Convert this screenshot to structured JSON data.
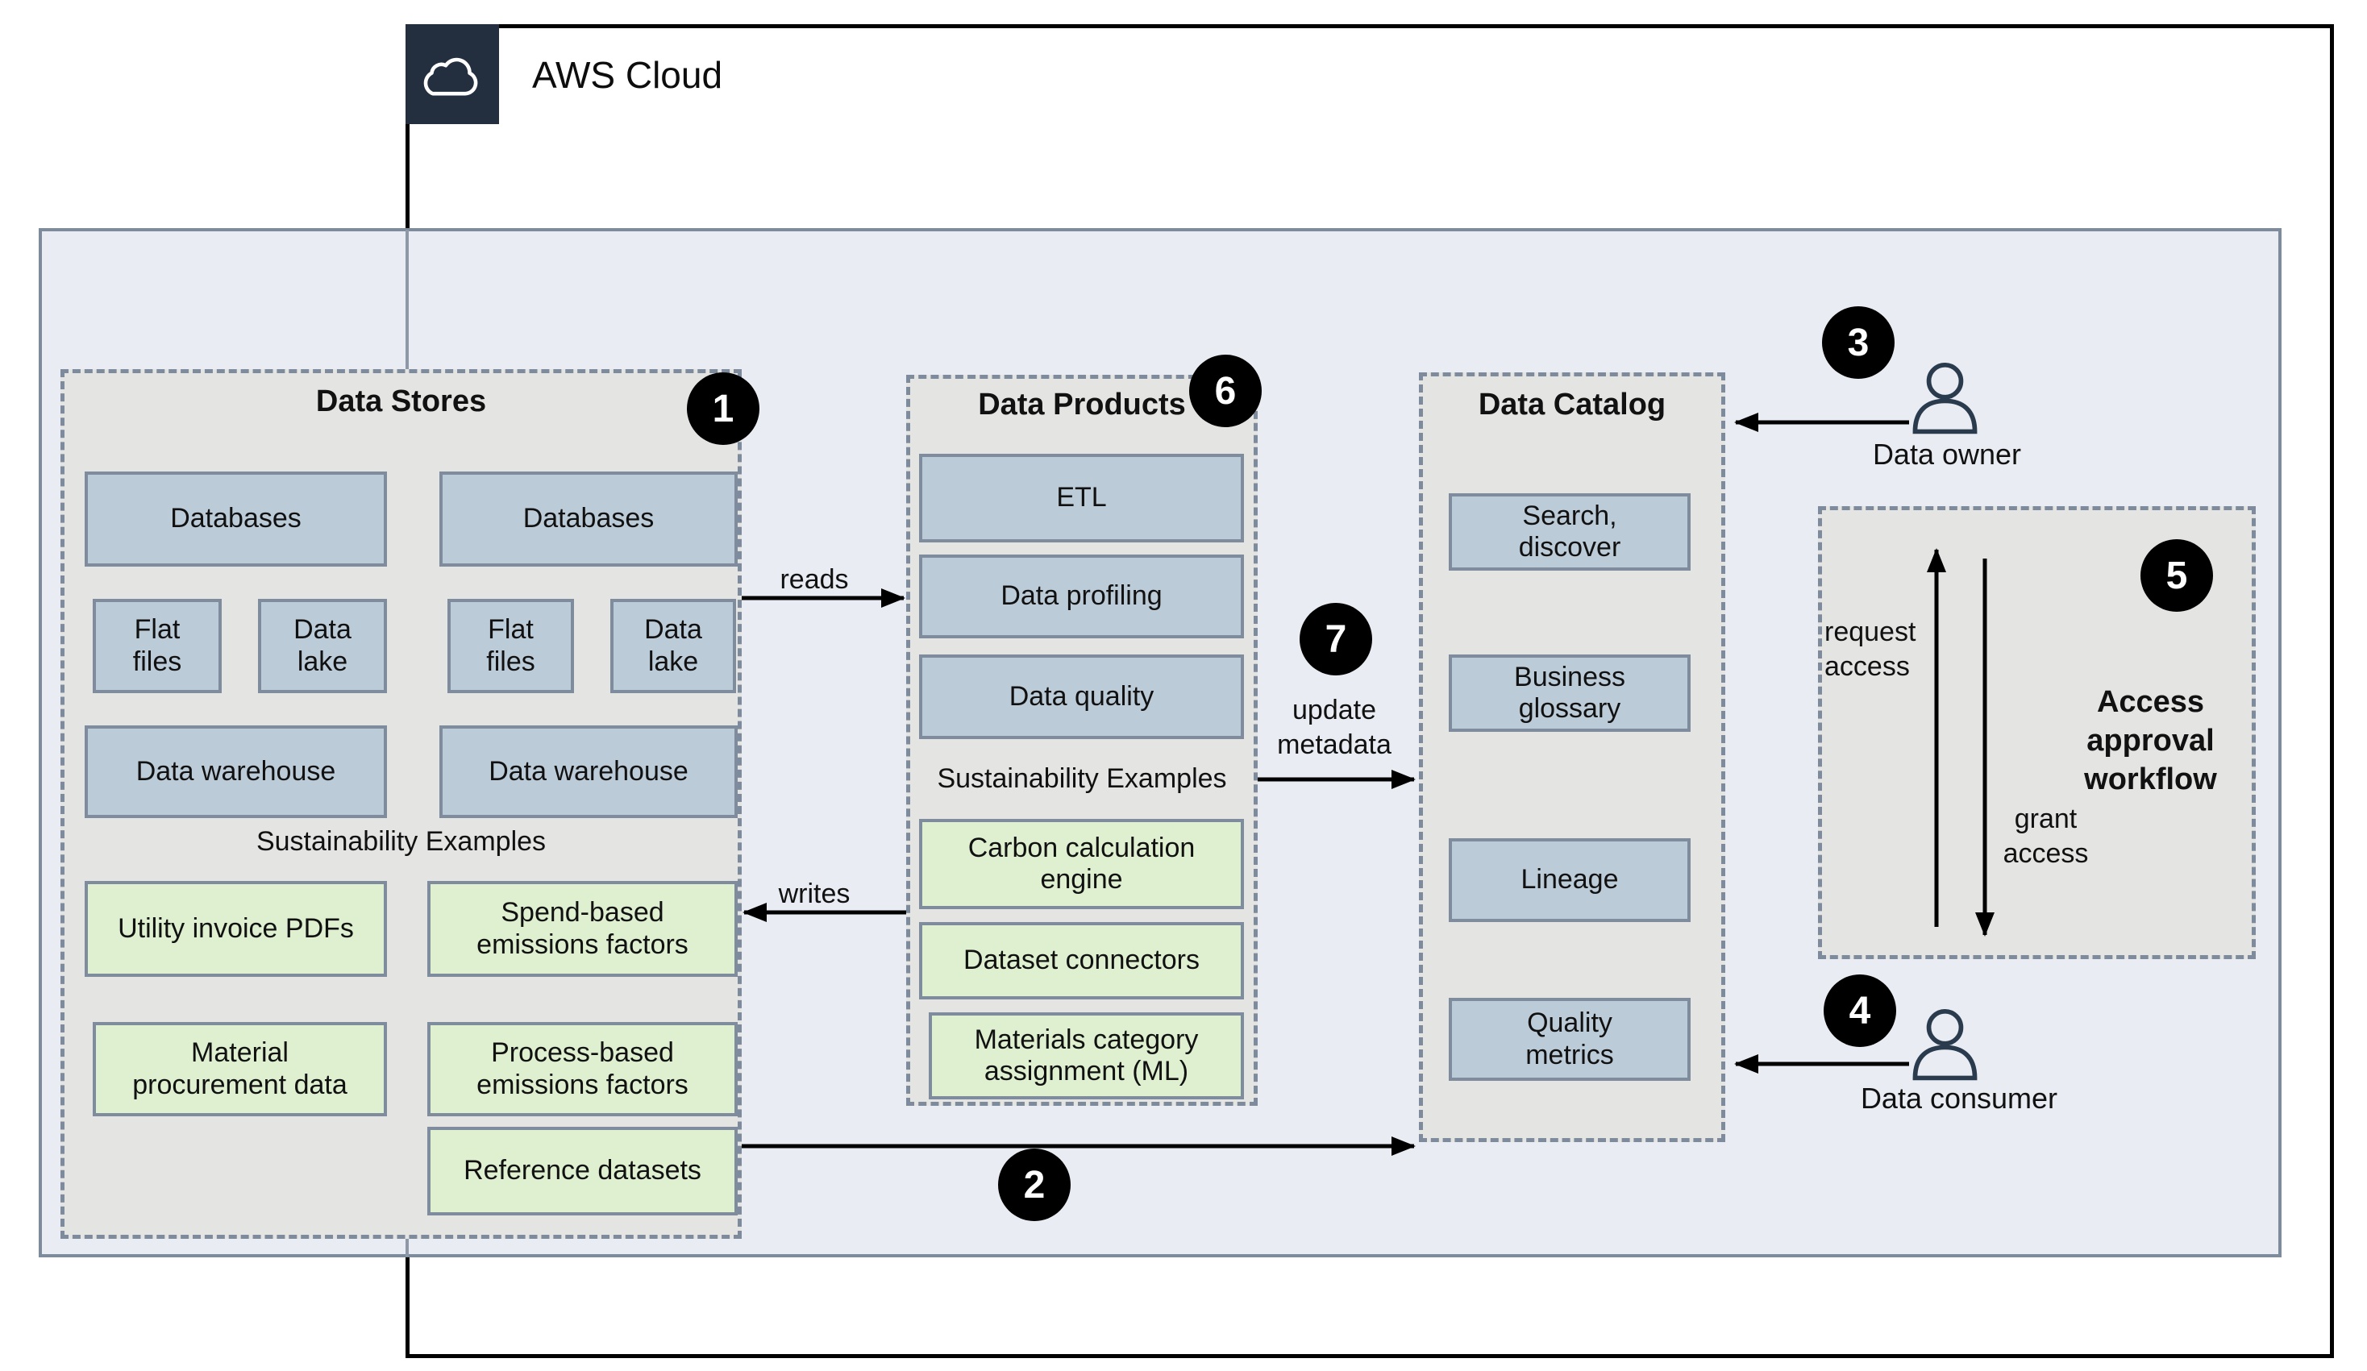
{
  "header": {
    "title": "AWS Cloud",
    "logo_icon": "aws-cloud-icon"
  },
  "data_stores": {
    "title": "Data Stores",
    "badge": "1",
    "blue_items": [
      "Databases",
      "Databases",
      "Flat files",
      "Data lake",
      "Flat files",
      "Data lake",
      "Data warehouse",
      "Data warehouse"
    ],
    "section_label": "Sustainability Examples",
    "green_items": [
      "Utility invoice PDFs",
      "Spend-based emissions factors",
      "Material procurement data",
      "Process-based emissions factors",
      "Reference datasets"
    ]
  },
  "data_products": {
    "title": "Data Products",
    "badge": "6",
    "blue_items": [
      "ETL",
      "Data profiling",
      "Data quality"
    ],
    "section_label": "Sustainability Examples",
    "green_items": [
      "Carbon calculation engine",
      "Dataset connectors",
      "Materials category assignment (ML)"
    ]
  },
  "data_catalog": {
    "title": "Data Catalog",
    "items": [
      "Search, discover",
      "Business glossary",
      "Lineage",
      "Quality metrics"
    ]
  },
  "access_workflow": {
    "badge": "5",
    "title": "Access approval workflow",
    "request_label": "request access",
    "grant_label": "grant access"
  },
  "actors": {
    "owner": {
      "badge": "3",
      "label": "Data owner",
      "icon": "person-icon"
    },
    "consumer": {
      "badge": "4",
      "label": "Data consumer",
      "icon": "person-icon"
    }
  },
  "flows": {
    "reads_label": "reads",
    "writes_label": "writes",
    "update_metadata_label": "update metadata",
    "update_metadata_badge": "7",
    "stores_to_catalog_badge": "2"
  },
  "colors": {
    "aws_dark": "#232f3e",
    "region_fill": "#e9edf3",
    "panel_fill": "#e4e4e3",
    "blue_node": "#bccbd8",
    "green_node": "#def0d0",
    "border_slate": "#7d8b9c",
    "badge": "#000000"
  }
}
